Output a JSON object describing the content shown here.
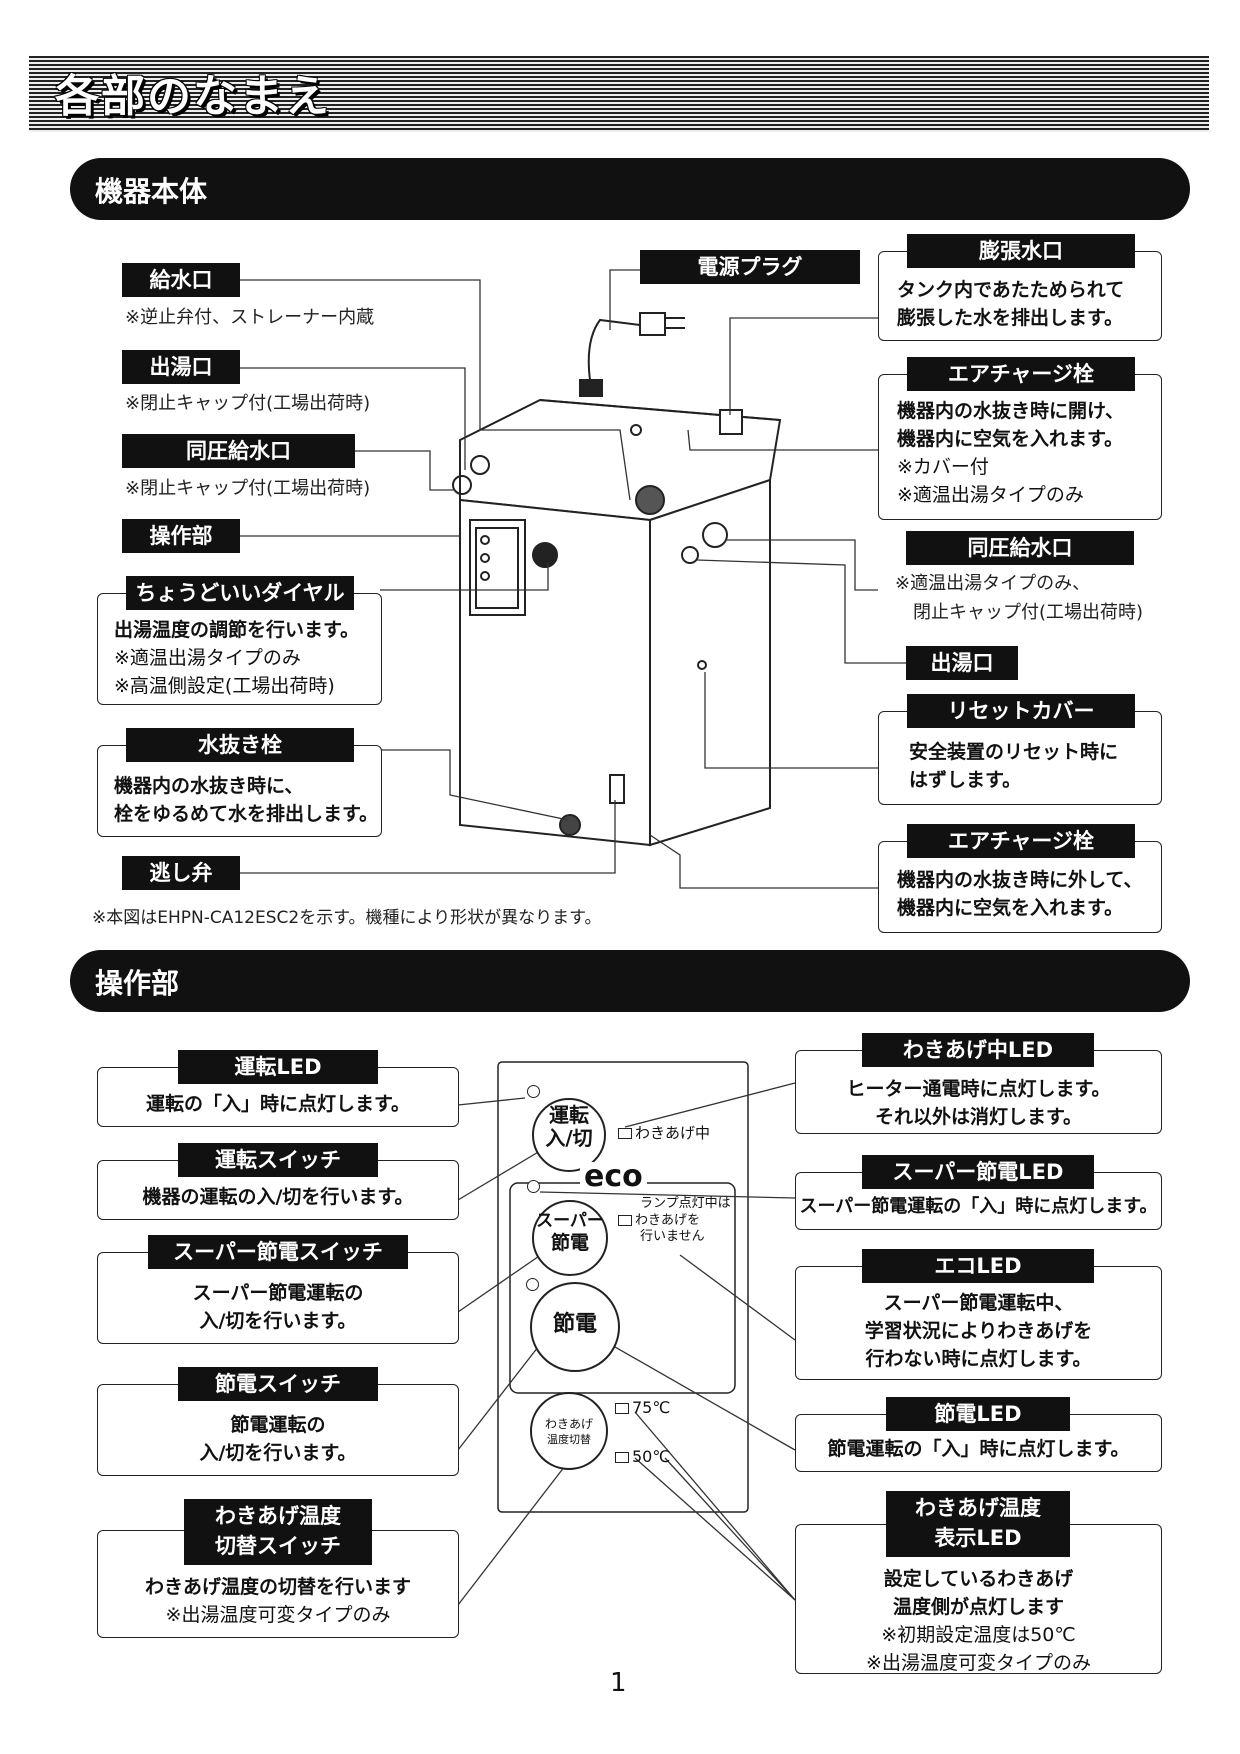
{
  "page": {
    "title": "各部のなまえ",
    "page_number": "1"
  },
  "section1": {
    "title": "機器本体",
    "footnote": "※本図はEHPN-CA12ESC2を示す。機種により形状が異なります。",
    "left": {
      "kyusui": {
        "label": "給水口",
        "note": "※逆止弁付、ストレーナー内蔵"
      },
      "deyu": {
        "label": "出湯口",
        "note": "※閉止キャップ付(工場出荷時)"
      },
      "doatsu": {
        "label": "同圧給水口",
        "note": "※閉止キャップ付(工場出荷時)"
      },
      "sousa": {
        "label": "操作部"
      },
      "dial": {
        "label": "ちょうどいいダイヤル",
        "line1": "出湯温度の調節を行います。",
        "line2": "※適温出湯タイプのみ",
        "line3": "※高温側設定(工場出荷時)"
      },
      "mizunuki": {
        "label": "水抜き栓",
        "line1": "機器内の水抜き時に、",
        "line2": "栓をゆるめて水を排出します。"
      },
      "nigashi": {
        "label": "逃し弁"
      }
    },
    "right": {
      "dengen": {
        "label": "電源プラグ"
      },
      "bocho": {
        "label": "膨張水口",
        "line1": "タンク内であたためられて",
        "line2": "膨張した水を排出します。"
      },
      "air1": {
        "label": "エアチャージ栓",
        "line1": "機器内の水抜き時に開け、",
        "line2": "機器内に空気を入れます。",
        "line3": "※カバー付",
        "line4": "※適温出湯タイプのみ"
      },
      "doatsu2": {
        "label": "同圧給水口",
        "line1": "※適温出湯タイプのみ、",
        "line2": "閉止キャップ付(工場出荷時)"
      },
      "deyu2": {
        "label": "出湯口"
      },
      "reset": {
        "label": "リセットカバー",
        "line1": "安全装置のリセット時に",
        "line2": "はずします。"
      },
      "air2": {
        "label": "エアチャージ栓",
        "line1": "機器内の水抜き時に外して、",
        "line2": "機器内に空気を入れます。"
      }
    }
  },
  "section2": {
    "title": "操作部",
    "left": {
      "unten_led": {
        "label": "運転LED",
        "line1": "運転の「入」時に点灯します。"
      },
      "unten_sw": {
        "label": "運転スイッチ",
        "line1": "機器の運転の入/切を行います。"
      },
      "super_sw": {
        "label": "スーパー節電スイッチ",
        "line1": "スーパー節電運転の",
        "line2": "入/切を行います。"
      },
      "setsu_sw": {
        "label": "節電スイッチ",
        "line1": "節電運転の",
        "line2": "入/切を行います。"
      },
      "temp_sw": {
        "label1": "わきあげ温度",
        "label2": "切替スイッチ",
        "line1": "わきあげ温度の切替を行います",
        "line2": "※出湯温度可変タイプのみ"
      }
    },
    "right": {
      "wakiage_led": {
        "label": "わきあげ中LED",
        "line1": "ヒーター通電時に点灯します。",
        "line2": "それ以外は消灯します。"
      },
      "super_led": {
        "label": "スーパー節電LED",
        "line1": "スーパー節電運転の「入」時に点灯します。"
      },
      "eco_led": {
        "label": "エコLED",
        "line1": "スーパー節電運転中、",
        "line2": "学習状況によりわきあげを",
        "line3": "行わない時に点灯します。"
      },
      "setsu_led": {
        "label": "節電LED",
        "line1": "節電運転の「入」時に点灯します。"
      },
      "temp_led": {
        "label1": "わきあげ温度",
        "label2": "表示LED",
        "line1": "設定しているわきあげ",
        "line2": "温度側が点灯します",
        "line3": "※初期設定温度は50℃",
        "line4": "※出湯温度可変タイプのみ"
      }
    },
    "panel": {
      "btn_unten_1": "運転",
      "btn_unten_2": "入/切",
      "wakiage_text": "わきあげ中",
      "eco_text": "eco",
      "btn_super_1": "スーパー",
      "btn_super_2": "節電",
      "lamp_1": "ランプ点灯中は",
      "lamp_2": "わきあげを",
      "lamp_3": "行いません",
      "btn_setsu": "節電",
      "btn_temp_1": "わきあげ",
      "btn_temp_2": "温度切替",
      "t75": "75℃",
      "t50": "50℃"
    }
  }
}
